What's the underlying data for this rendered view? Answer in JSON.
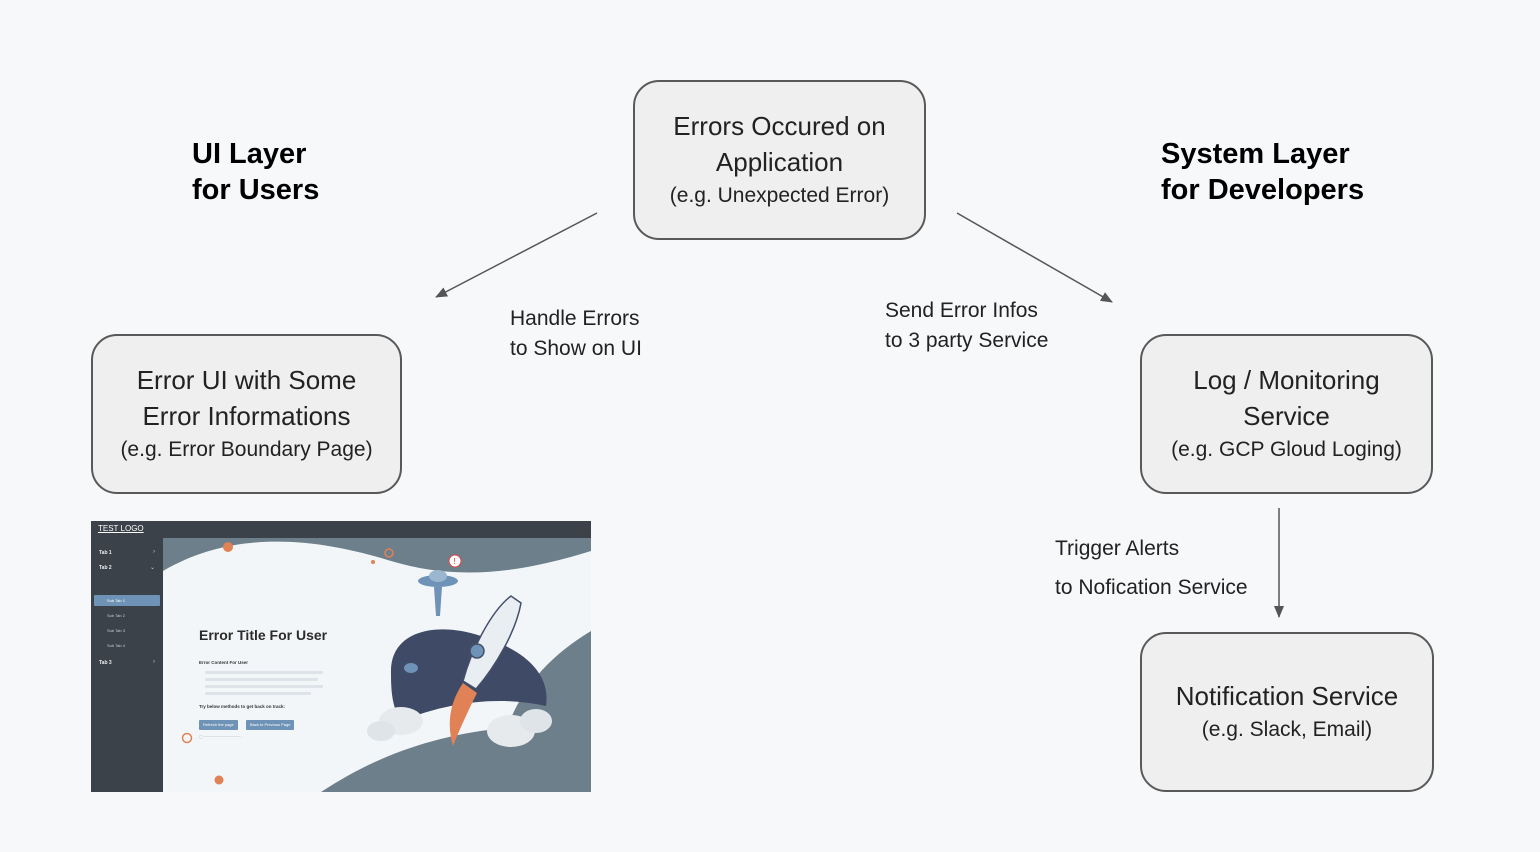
{
  "headings": {
    "ui_layer_line1": "UI Layer",
    "ui_layer_line2": "for Users",
    "system_layer_line1": "System Layer",
    "system_layer_line2": "for Developers"
  },
  "nodes": {
    "errors_occured": {
      "line1": "Errors Occured on",
      "line2": "Application",
      "sub": "(e.g. Unexpected Error)"
    },
    "error_ui": {
      "line1": "Error UI with Some",
      "line2": "Error Informations",
      "sub": "(e.g. Error Boundary Page)"
    },
    "log_monitoring": {
      "line1": "Log / Monitoring",
      "line2": "Service",
      "sub": "(e.g. GCP Gloud Loging)"
    },
    "notification": {
      "line1": "Notification Service",
      "sub": "(e.g. Slack, Email)"
    }
  },
  "edges": {
    "handle_errors": {
      "line1": "Handle Errors",
      "line2": "to Show on UI"
    },
    "send_error_infos": {
      "line1": "Send Error Infos",
      "line2": "to 3 party Service"
    },
    "trigger_alerts": {
      "line1": "Trigger Alerts",
      "line2": "to Nofication Service"
    }
  },
  "screenshot": {
    "logo": "TEST LOGO",
    "sidebar": [
      "Tab 1",
      "Tab 2",
      "Sub Tab 1",
      "Sub Tab 2",
      "Sub Tab 3",
      "Sub Tab 4",
      "Tab 3"
    ],
    "title": "Error Title For User",
    "content_heading": "Error Content For User",
    "try_text": "Try below methods to get back on track:",
    "buttons": [
      "Refresh the page",
      "Back to Previous Page"
    ]
  },
  "colors": {
    "background": "#f7f8fa",
    "node_fill": "#efefef",
    "node_border": "#595959",
    "arrow": "#555555",
    "screenshot_sidebar": "#3b4249",
    "screenshot_bg": "#6d7f8b",
    "screenshot_accent": "#6e93b7",
    "screenshot_orange": "#e08255"
  }
}
